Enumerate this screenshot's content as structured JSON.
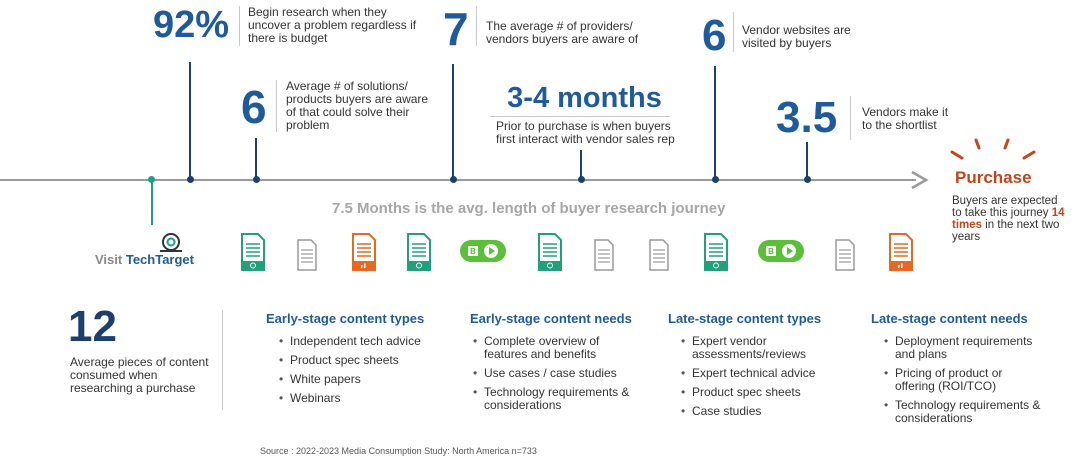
{
  "stats": {
    "s92": {
      "value": "92%",
      "text": "Begin research when they uncover a problem regardless if there is budget"
    },
    "s6a": {
      "value": "6",
      "text": "Average # of solutions/ products buyers are aware of that could solve their problem"
    },
    "s7": {
      "value": "7",
      "text": "The average # of providers/ vendors buyers are aware of"
    },
    "s34": {
      "value": "3-4 months",
      "text": "Prior to purchase is when buyers first interact with vendor sales rep"
    },
    "s6b": {
      "value": "6",
      "text": "Vendor websites are visited by buyers"
    },
    "s35": {
      "value": "3.5",
      "text": "Vendors make it to the shortlist"
    }
  },
  "purchase": {
    "title": "Purchase",
    "text_before": "Buyers are expected to take this journey",
    "highlight": "14 times",
    "text_after": "in the next two years"
  },
  "journey_label": "7.5 Months is the avg. length of buyer research journey",
  "visit": {
    "prefix": "Visit",
    "brand": "TechTarget"
  },
  "twelve": {
    "value": "12",
    "text": "Average pieces of content consumed when researching a purchase"
  },
  "columns": [
    {
      "header": "Early-stage content types",
      "items": [
        "Independent tech advice",
        "Product spec sheets",
        "White papers",
        "Webinars"
      ]
    },
    {
      "header": "Early-stage content needs",
      "items": [
        "Complete overview of features and benefits",
        "Use cases / case studies",
        "Technology requirements & considerations"
      ]
    },
    {
      "header": "Late-stage content types",
      "items": [
        "Expert vendor assessments/reviews",
        "Expert technical advice",
        "Product spec sheets",
        "Case studies"
      ]
    },
    {
      "header": "Late-stage content needs",
      "items": [
        "Deployment requirements and plans",
        "Pricing of product or offering (ROI/TCO)",
        "Technology requirements & considerations"
      ]
    }
  ],
  "source": "Source : 2022-2023 Media Consumption Study: North America n=733",
  "icons": [
    "green-doc-icon",
    "gray-doc-icon",
    "orange-chart-doc-icon",
    "green-doc-icon",
    "video-webinar-icon",
    "green-doc-icon",
    "gray-doc-icon",
    "gray-doc-icon",
    "green-doc-icon",
    "video-webinar-icon",
    "gray-doc-icon",
    "orange-chart-doc-icon"
  ],
  "colors": {
    "blue": "#1f5a9a",
    "navy": "#1d3f6e",
    "orange": "#c5441a",
    "teal": "#1aa08a",
    "green": "#22a07a",
    "gray_line": "#9a9a9a"
  }
}
